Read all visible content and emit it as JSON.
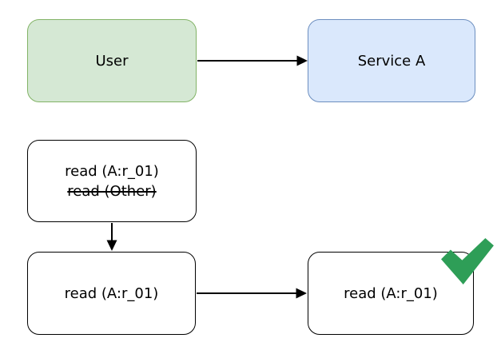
{
  "diagram": {
    "nodes": {
      "user": {
        "label": "User",
        "fill": "#d5e8d4",
        "border": "#82b366"
      },
      "service_a": {
        "label": "Service A",
        "fill": "#dae8fc",
        "border": "#6c8ebf"
      },
      "request_original": {
        "line_kept": "read (A:r_01)",
        "line_struck": "read (Other)"
      },
      "request_filtered": {
        "label": "read (A:r_01)"
      },
      "request_received": {
        "label": "read (A:r_01)"
      }
    },
    "edges": {
      "color": "#000000"
    },
    "icons": {
      "check": {
        "name": "check-icon",
        "color": "#2e9e57"
      }
    }
  }
}
